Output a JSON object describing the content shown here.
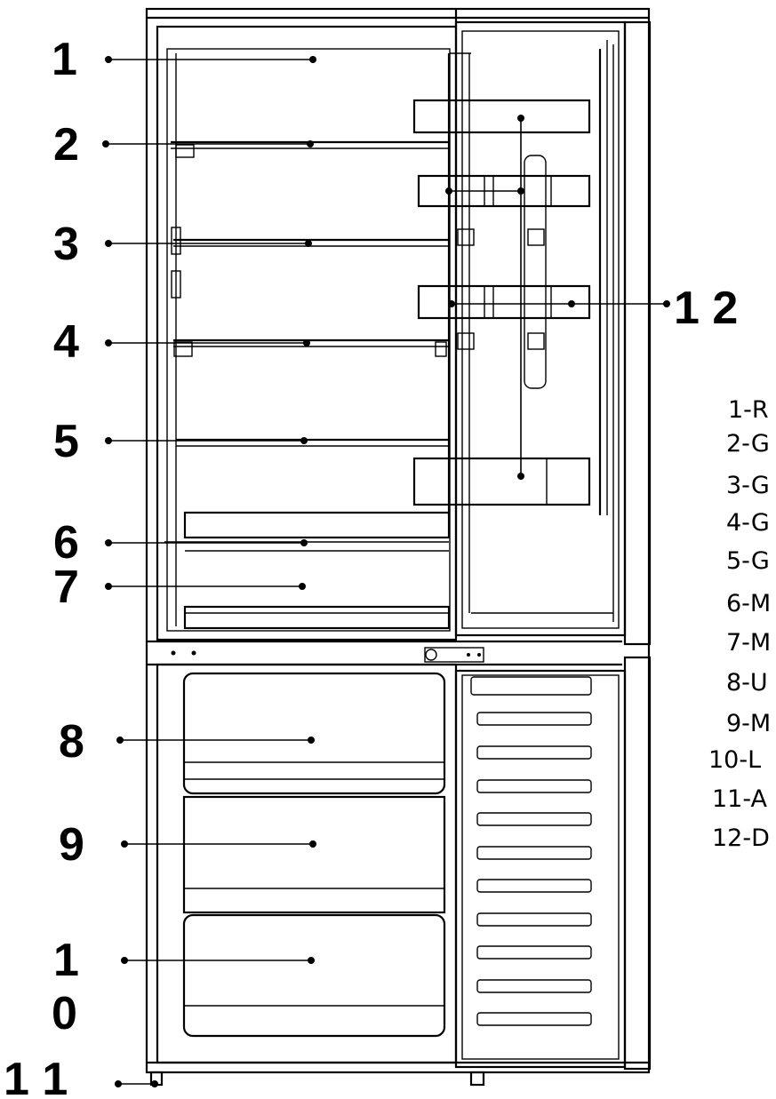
{
  "callouts": {
    "n1": "1",
    "n2": "2",
    "n3": "3",
    "n4": "4",
    "n5": "5",
    "n6": "6",
    "n7": "7",
    "n8": "8",
    "n9": "9",
    "n10a": "1",
    "n10b": "0",
    "n11": "1 1",
    "n12": "1 2"
  },
  "legend": [
    "1-R",
    "2-G",
    "3-G",
    "4-G",
    "5-G",
    "6-M",
    "7-M",
    "8-U",
    "9-M",
    "10-L",
    "11-A",
    "12-D"
  ]
}
